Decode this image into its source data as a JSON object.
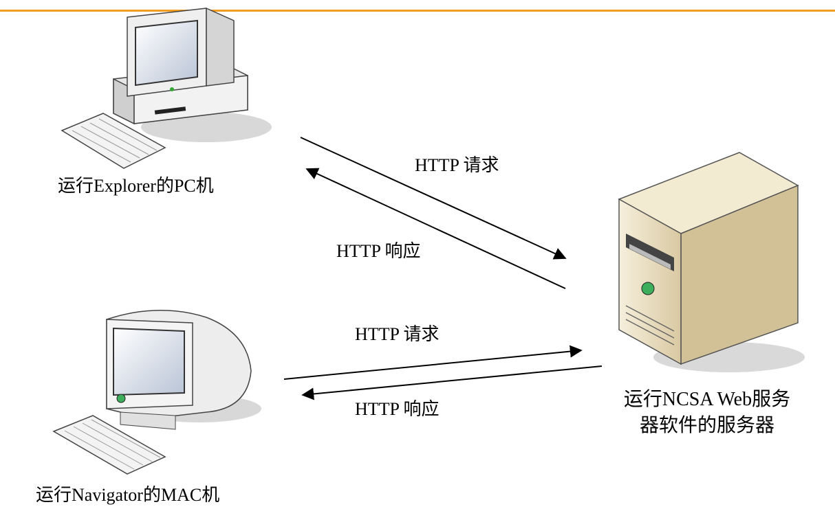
{
  "pc": {
    "caption": "运行Explorer的PC机"
  },
  "mac": {
    "caption": "运行Navigator的MAC机"
  },
  "server": {
    "caption_line1": "运行NCSA Web服务",
    "caption_line2": "器软件的服务器"
  },
  "arrows": {
    "pc_request": "HTTP 请求",
    "pc_response": "HTTP 响应",
    "mac_request": "HTTP 请求",
    "mac_response": "HTTP 响应"
  },
  "colors": {
    "accent_line": "#f29c1f",
    "server_body": "#e8dcc0",
    "monitor_body": "#f0f0f0"
  }
}
